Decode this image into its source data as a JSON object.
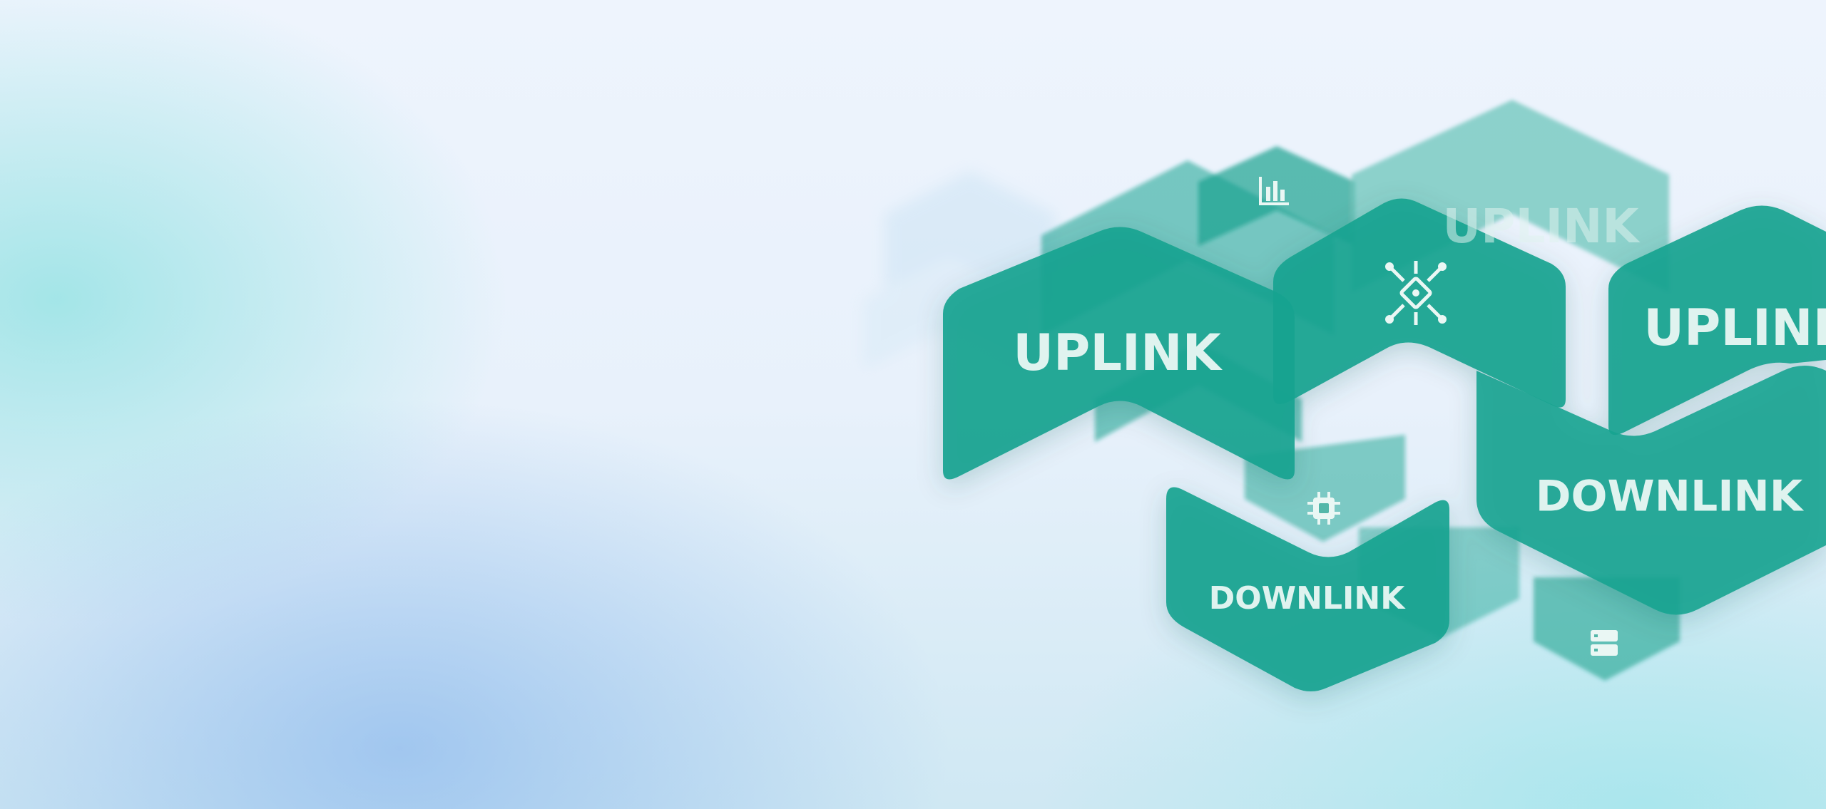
{
  "colors": {
    "teal": "#1aa390",
    "teal_light": "#6ec5bb",
    "label": "#dff3ef"
  },
  "hero": {
    "labels": {
      "back_uplink": "UPLINK",
      "main_uplink": "UPLINK",
      "right_uplink": "UPLINK",
      "big_downlink": "DOWNLINK",
      "small_downlink": "DOWNLINK"
    },
    "icons": [
      "bar-chart-icon",
      "circuit-board-icon",
      "chip-icon",
      "server-icon"
    ]
  }
}
